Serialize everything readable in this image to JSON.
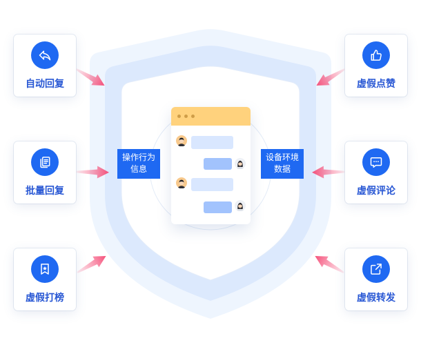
{
  "cards": {
    "left": [
      {
        "label": "自动回复",
        "icon": "reply-icon"
      },
      {
        "label": "批量回复",
        "icon": "copy-icon"
      },
      {
        "label": "虚假打榜",
        "icon": "bookmark-star-icon"
      }
    ],
    "right": [
      {
        "label": "虚假点赞",
        "icon": "thumbs-up-icon"
      },
      {
        "label": "虚假评论",
        "icon": "comment-icon"
      },
      {
        "label": "虚假转发",
        "icon": "share-icon"
      }
    ]
  },
  "center": {
    "left_tag": [
      "操作行为",
      "信息"
    ],
    "right_tag": [
      "设备环境",
      "数据"
    ]
  },
  "colors": {
    "accent": "#1f69f2",
    "label_text": "#2857d4",
    "arrow": "#f5507a",
    "chat_header": "#ffd27d",
    "bubble_incoming": "#d9e7ff",
    "bubble_outgoing": "#a2c3fd",
    "shield_outer": "#eef5fe",
    "shield_band": "#dce9fd"
  }
}
